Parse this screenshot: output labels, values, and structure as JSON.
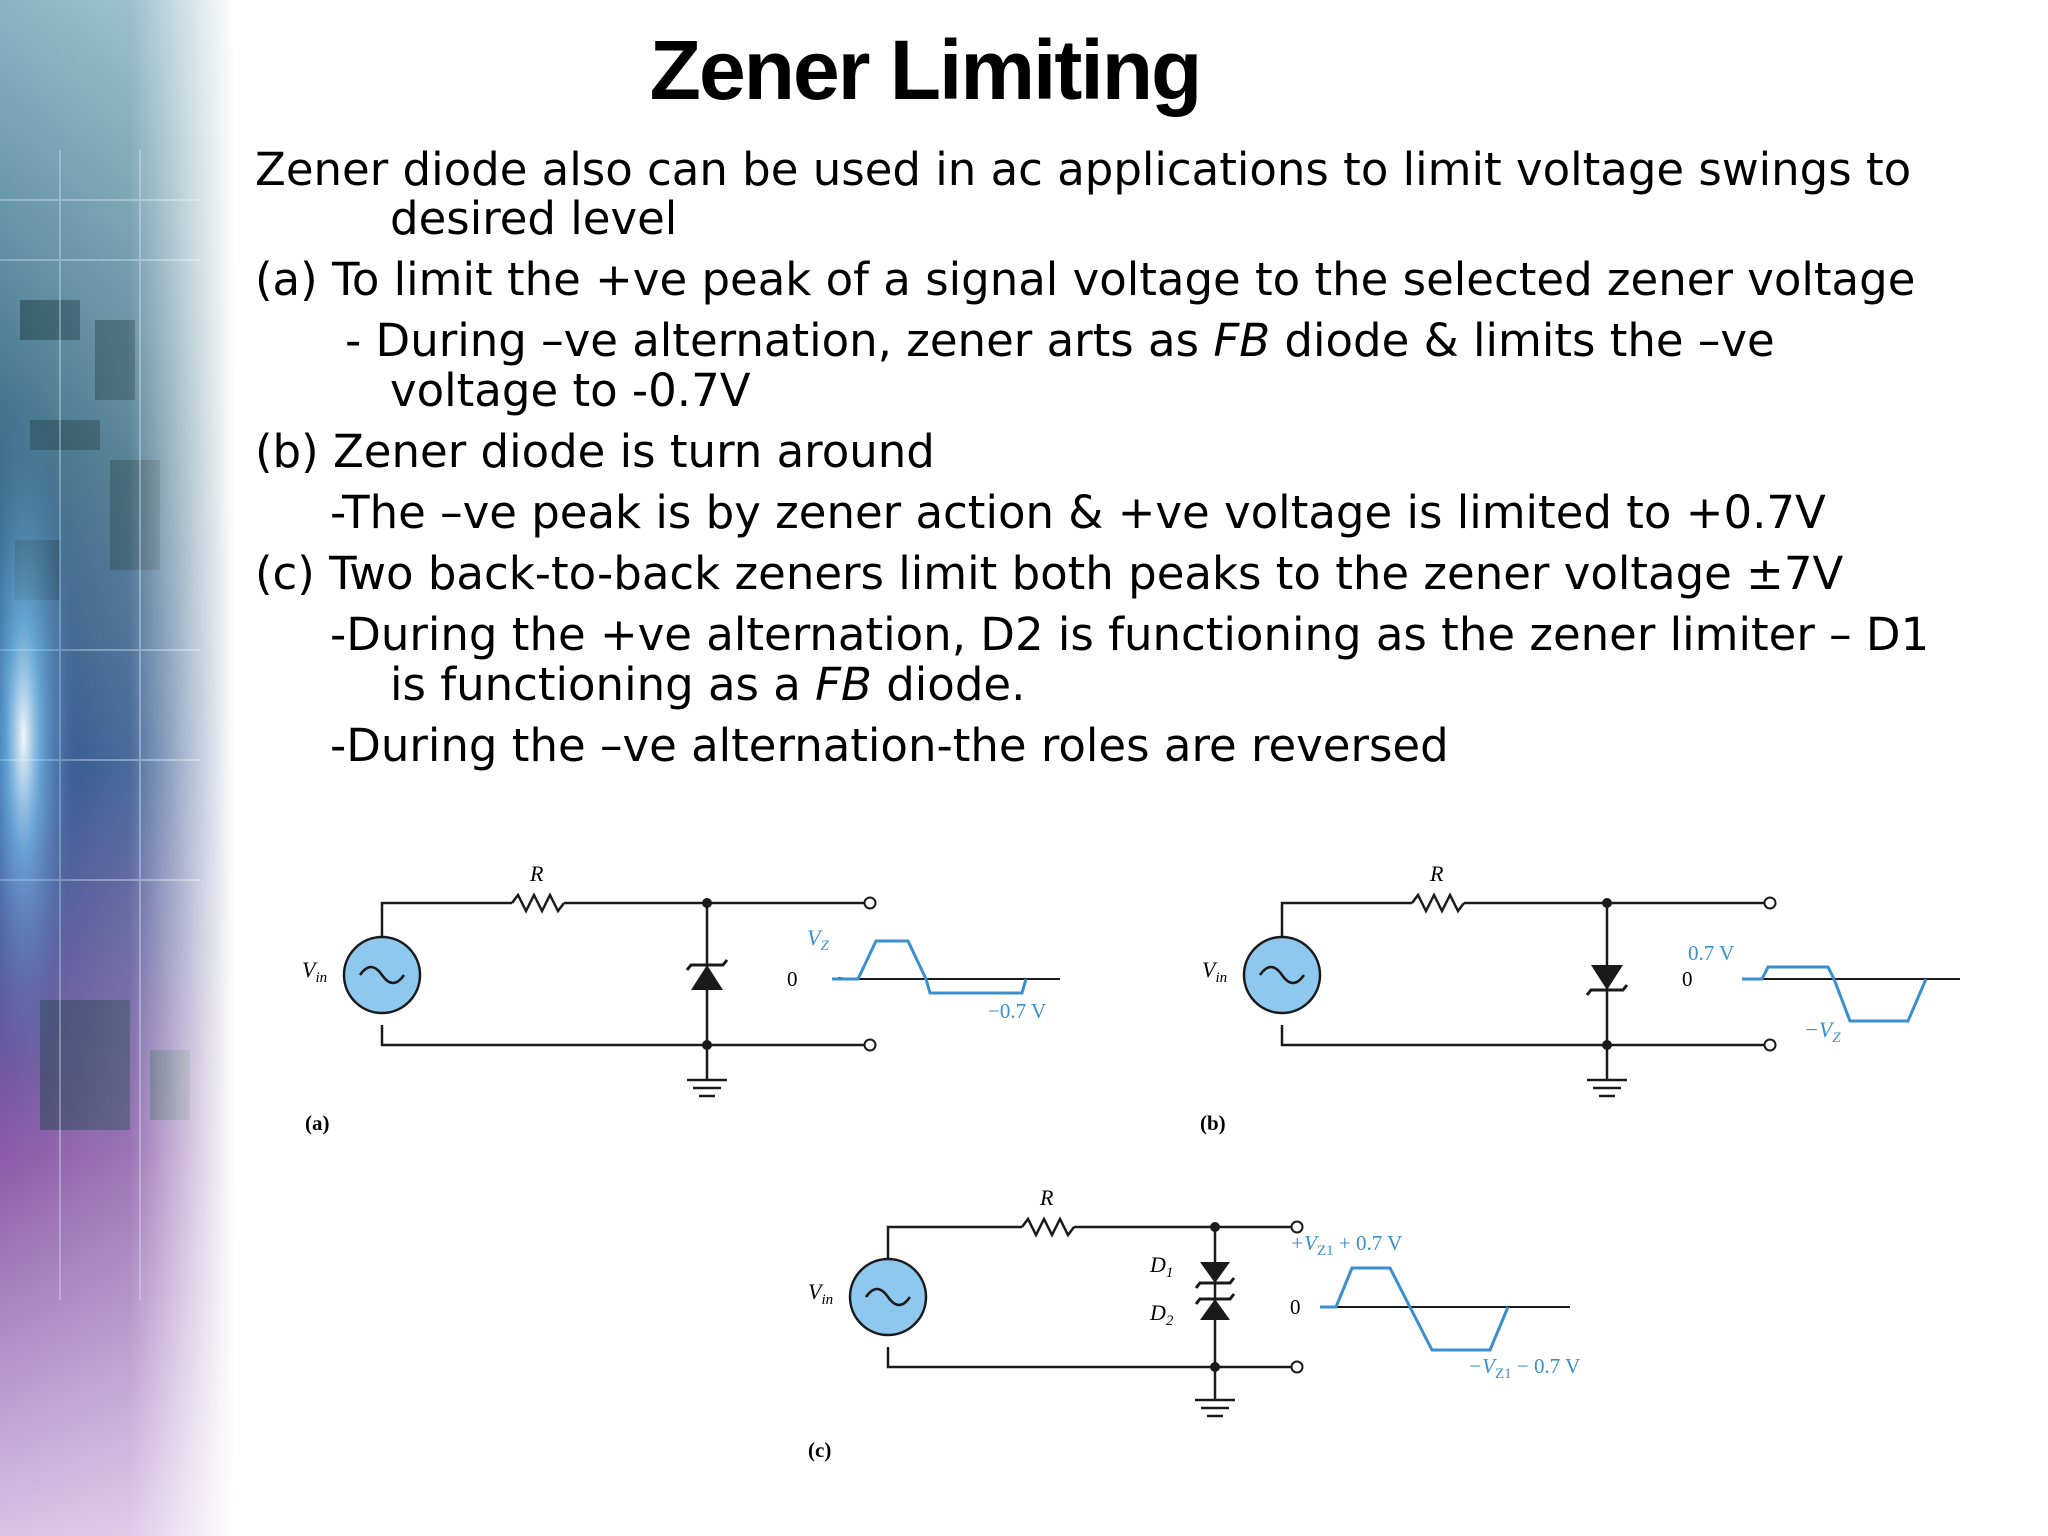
{
  "slide": {
    "title": "Zener Limiting",
    "lines": [
      {
        "text": "Zener diode also can be used in ac applications to limit voltage swings to"
      },
      {
        "text": "desired level"
      },
      {
        "text": "(a) To limit the +ve peak of a signal voltage to the selected zener voltage"
      },
      {
        "pre": "- During –ve alternation, zener arts as ",
        "em": "FB",
        "post": " diode & limits the –ve"
      },
      {
        "text": "voltage to -0.7V"
      },
      {
        "text": "(b) Zener diode is turn around"
      },
      {
        "text": "-The –ve peak is  by zener action & +ve voltage is limited to +0.7V"
      },
      {
        "text": "(c) Two back-to-back zeners limit both peaks to the zener voltage ±7V"
      },
      {
        "text": "-During the +ve alternation, D2 is functioning as the zener limiter – D1"
      },
      {
        "pre": "is functioning as a ",
        "em": "FB",
        "post": " diode."
      },
      {
        "text": "-During the –ve alternation-the roles are reversed"
      }
    ]
  },
  "figures": {
    "common": {
      "resistor": "R",
      "source": "V",
      "source_sub": "in",
      "zero": "0"
    },
    "a": {
      "tag": "(a)",
      "top_label": "V",
      "top_sub": "Z",
      "bottom_label": "−0.7 V"
    },
    "b": {
      "tag": "(b)",
      "top_label": "0.7 V",
      "bottom_label": "−V",
      "bottom_sub": "Z"
    },
    "c": {
      "tag": "(c)",
      "d1": "D",
      "d1_sub": "1",
      "d2": "D",
      "d2_sub": "2",
      "top_pre": "+V",
      "top_sub": "Z1",
      "top_post": " + 0.7 V",
      "bottom_pre": "−V",
      "bottom_sub": "Z1",
      "bottom_post": " − 0.7 V"
    }
  },
  "colors": {
    "waveform": "#3a8fd0",
    "source_fill": "#8ec8ee",
    "wire": "#1a1a1a"
  }
}
